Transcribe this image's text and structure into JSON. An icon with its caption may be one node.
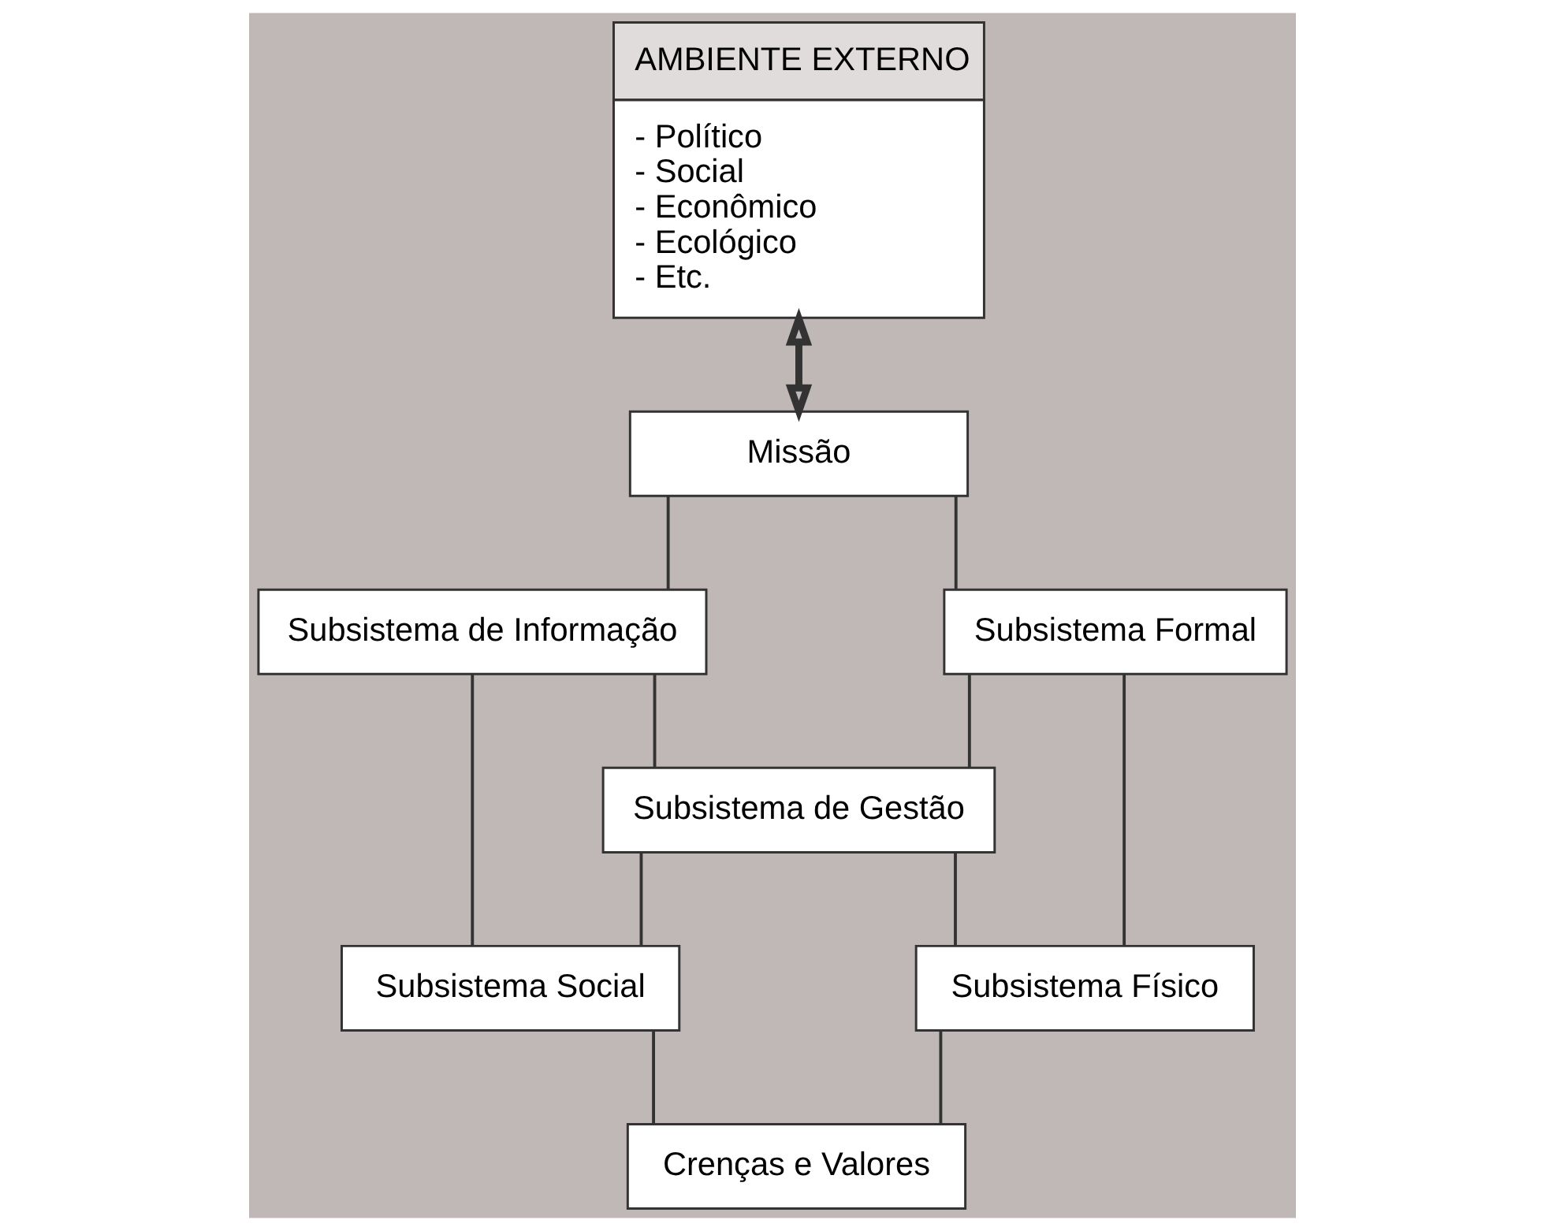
{
  "diagram": {
    "nodes": [
      {
        "text": [
          "AMBIENTE EXTERNO",
          "- Político",
          "- Social",
          "- Econômico",
          "- Ecológico",
          "- Etc."
        ]
      },
      {
        "text": [
          "Missão"
        ]
      },
      {
        "text": [
          "Subsistema de Informação"
        ]
      },
      {
        "text": [
          "Subsistema Formal"
        ]
      },
      {
        "text": [
          "Subsistema de Gestão"
        ]
      },
      {
        "text": [
          "Subsistema Social"
        ]
      },
      {
        "text": [
          "Subsistema Físico"
        ]
      },
      {
        "text": [
          "Crenças e Valores"
        ]
      }
    ],
    "edges": [
      {
        "from": 0,
        "to": 1,
        "arrow": "both",
        "style": "thick"
      },
      {
        "from": 1,
        "to": 2,
        "arrow": "none"
      },
      {
        "from": 1,
        "to": 3,
        "arrow": "none"
      },
      {
        "from": 2,
        "to": 4,
        "arrow": "none"
      },
      {
        "from": 3,
        "to": 4,
        "arrow": "none"
      },
      {
        "from": 4,
        "to": 5,
        "arrow": "none"
      },
      {
        "from": 4,
        "to": 6,
        "arrow": "none"
      },
      {
        "from": 2,
        "to": 5,
        "arrow": "none"
      },
      {
        "from": 3,
        "to": 6,
        "arrow": "none"
      },
      {
        "from": 5,
        "to": 7,
        "arrow": "none"
      },
      {
        "from": 6,
        "to": 7,
        "arrow": "none"
      }
    ]
  }
}
